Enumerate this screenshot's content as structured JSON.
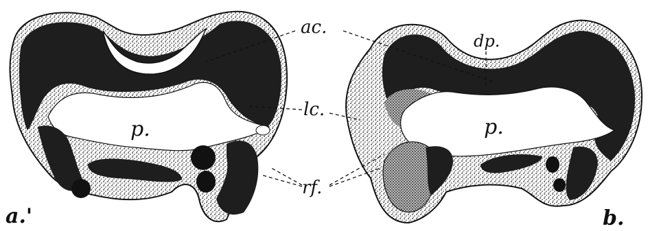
{
  "figure": {
    "labels": {
      "ac": "ac.",
      "dp": "dp.",
      "lc": "lc.",
      "rf": "rf.",
      "p_left": "p.",
      "p_right": "p.",
      "panel_a": "a.'",
      "panel_b": "b."
    },
    "colors": {
      "ink": "#111111",
      "dark_fill": "#1e1e1e",
      "stipple_fill": "#8d8d8d",
      "paper": "#ffffff"
    }
  }
}
